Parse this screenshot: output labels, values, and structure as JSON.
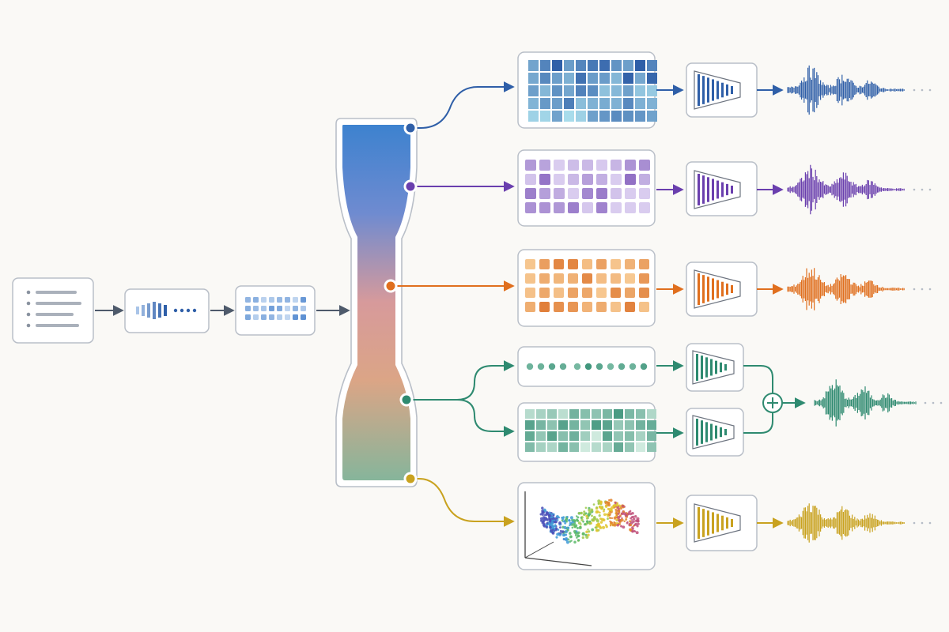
{
  "colors": {
    "background": "#faf9f6",
    "neutral": "#5b6472",
    "box_border": "#b9bfc8",
    "trunk_top": "#3d82cf",
    "trunk_mid": "#e29b7d",
    "trunk_bottom": "#86b59b"
  },
  "icons": [
    "text-lines-icon",
    "token-bars-icon",
    "embedding-grid-icon",
    "codebook-grid-icon",
    "latent-points-icon",
    "decoder-funnel-icon",
    "waveform-icon",
    "sum-circle-icon"
  ],
  "input": {
    "text_node": "text-lines-icon",
    "token_node": "token-bars-icon",
    "embedding_node": "embedding-grid-icon"
  },
  "branches": [
    {
      "id": "blue",
      "color": "#2f5fa8",
      "light": "#8fc6e4",
      "representation": "codebook-grid-icon",
      "decoder": "decoder-funnel-icon",
      "output": "waveform-icon"
    },
    {
      "id": "purple",
      "color": "#6a3fae",
      "light": "#c9b8e6",
      "representation": "codebook-grid-icon",
      "decoder": "decoder-funnel-icon",
      "output": "waveform-icon"
    },
    {
      "id": "orange",
      "color": "#e06f1e",
      "light": "#f6c58d",
      "representation": "codebook-grid-icon",
      "decoder": "decoder-funnel-icon",
      "output": "waveform-icon"
    },
    {
      "id": "teal",
      "color": "#2e8a70",
      "light": "#b3dccb",
      "representation": "latent-points-icon",
      "decoder": "decoder-funnel-icon",
      "merge": "sum-circle-icon",
      "output": "waveform-icon"
    },
    {
      "id": "gold",
      "color": "#c9a21f",
      "light": "#f1df9c",
      "representation": "latent-points-icon",
      "decoder": "decoder-funnel-icon",
      "output": "waveform-icon"
    }
  ]
}
